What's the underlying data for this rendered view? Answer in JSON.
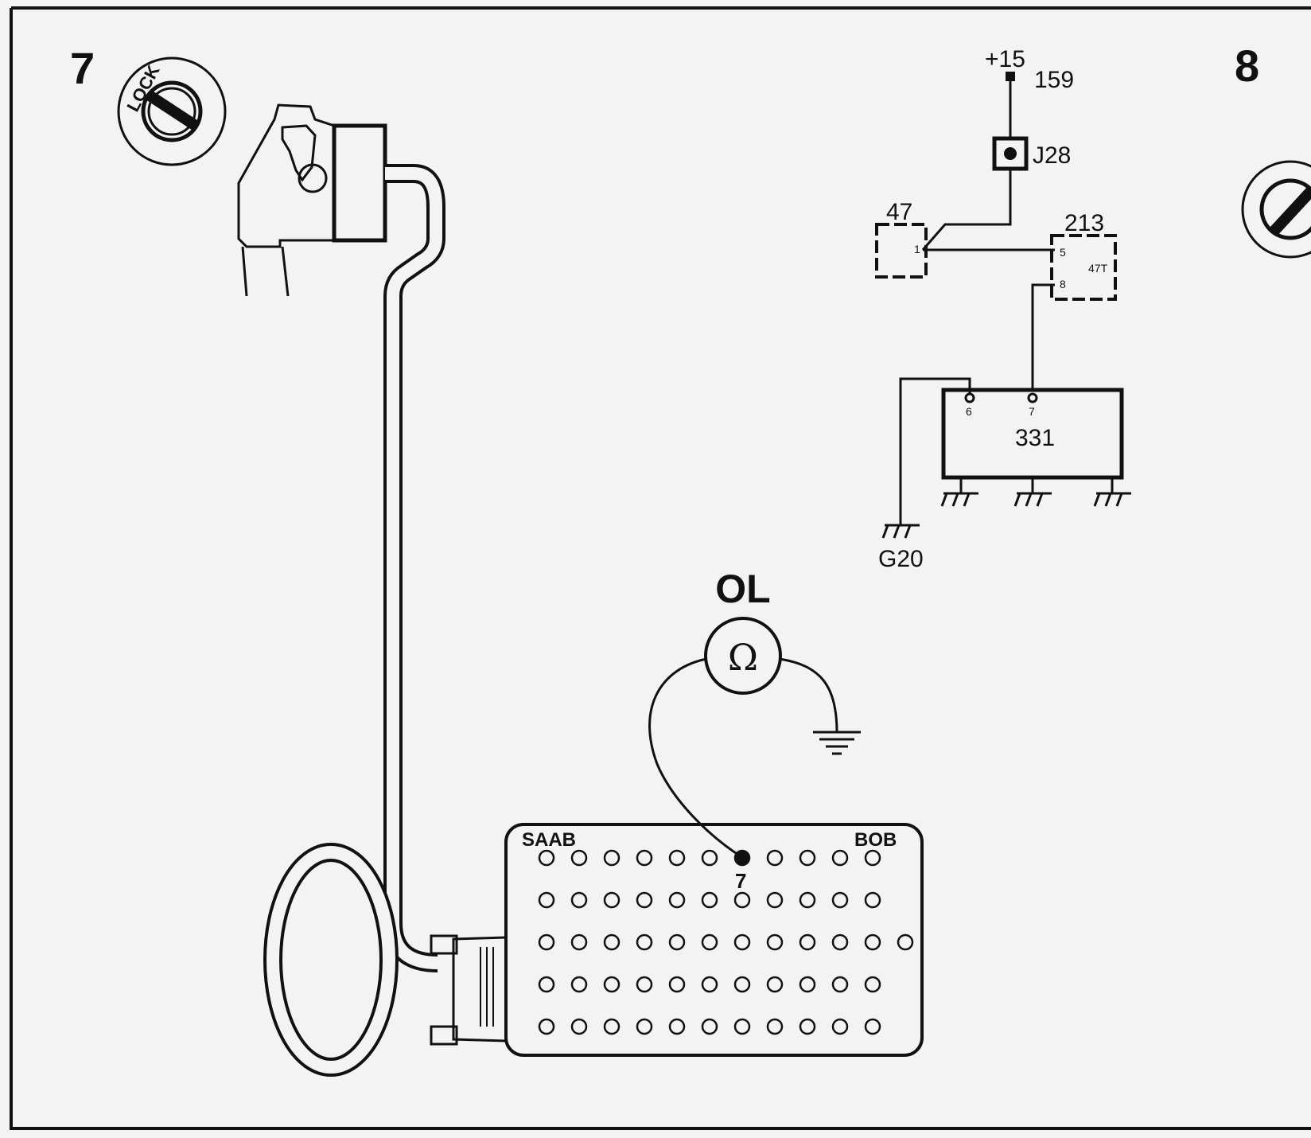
{
  "panels": [
    {
      "number": "7"
    },
    {
      "number": "8"
    }
  ],
  "ignition": {
    "label": "LOCK"
  },
  "schematic": {
    "supply_label": "+15",
    "supply_node": "159",
    "junction": "J28",
    "comp_47": {
      "label": "47",
      "pin": "1"
    },
    "comp_213": {
      "label": "213",
      "pin_a": "5",
      "pin_b": "8",
      "inner": "47T"
    },
    "module_331": {
      "label": "331",
      "pin_6": "6",
      "pin_7": "7"
    },
    "ground": "G20"
  },
  "meter": {
    "reading": "OL",
    "symbol": "Ω"
  },
  "breakout_box": {
    "brand": "SAAB",
    "name": "BOB",
    "probe_pin": "7",
    "rows": [
      11,
      11,
      12,
      11,
      11
    ]
  }
}
